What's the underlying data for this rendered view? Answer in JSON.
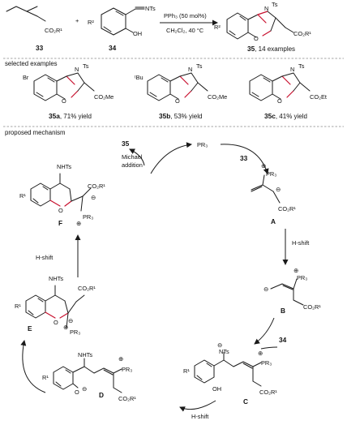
{
  "top_reaction": {
    "reagent_33_group": "CO₂R¹",
    "reagent_34_sub": "R²",
    "reagent_34_imine": "NTs",
    "reagent_34_oh": "OH",
    "plus": "+",
    "conditions_above": "PPh₃ (50 mol%)",
    "conditions_below": "CH₂Cl₂, 40 °C",
    "label_33": "33",
    "label_34": "34",
    "product_label": "35",
    "product_note": ", 14 examples",
    "product_R": "R²",
    "product_N": "N",
    "product_Ts": "Ts",
    "product_O": "O",
    "product_ester": "CO₂R¹"
  },
  "selected": {
    "heading": "selected examples",
    "a": {
      "sub": "Br",
      "ester": "CO₂Me",
      "label": "35a",
      "note": ", 71% yield"
    },
    "b": {
      "sub": "ᵗBu",
      "ester": "CO₂Me",
      "label": "35b",
      "note": ", 53% yield"
    },
    "c": {
      "ester": "CO₂Et",
      "label": "35c",
      "note": ", 41% yield"
    }
  },
  "mechanism": {
    "heading": "proposed mechanism",
    "catalyst": "PR₃",
    "michael": [
      "Michael",
      "addition"
    ],
    "label_35": "35",
    "label_33": "33",
    "label_34": "34",
    "hshift": "H-shift",
    "A": {
      "label": "A",
      "p": "PR₃",
      "ester": "CO₂R¹",
      "plus": "⊕",
      "minus": "⊖"
    },
    "B": {
      "label": "B",
      "p": "PR₃",
      "ester": "CO₂R¹"
    },
    "C": {
      "label": "C",
      "nts": "NTs",
      "p": "PR₃",
      "oh": "OH",
      "r": "R¹",
      "ester": "CO₂R¹"
    },
    "D": {
      "label": "D",
      "nhts": "NHTs",
      "p": "PR₃",
      "o": "O",
      "r": "R¹",
      "ester": "CO₂R¹"
    },
    "E": {
      "label": "E",
      "nhts": "NHTs",
      "p": "PR₃",
      "o": "O",
      "r": "R¹",
      "ester": "CO₂R¹"
    },
    "F": {
      "label": "F",
      "nhts": "NHTs",
      "p": "PR₃",
      "o": "O",
      "r": "R¹",
      "ester": "CO₂R¹"
    }
  }
}
